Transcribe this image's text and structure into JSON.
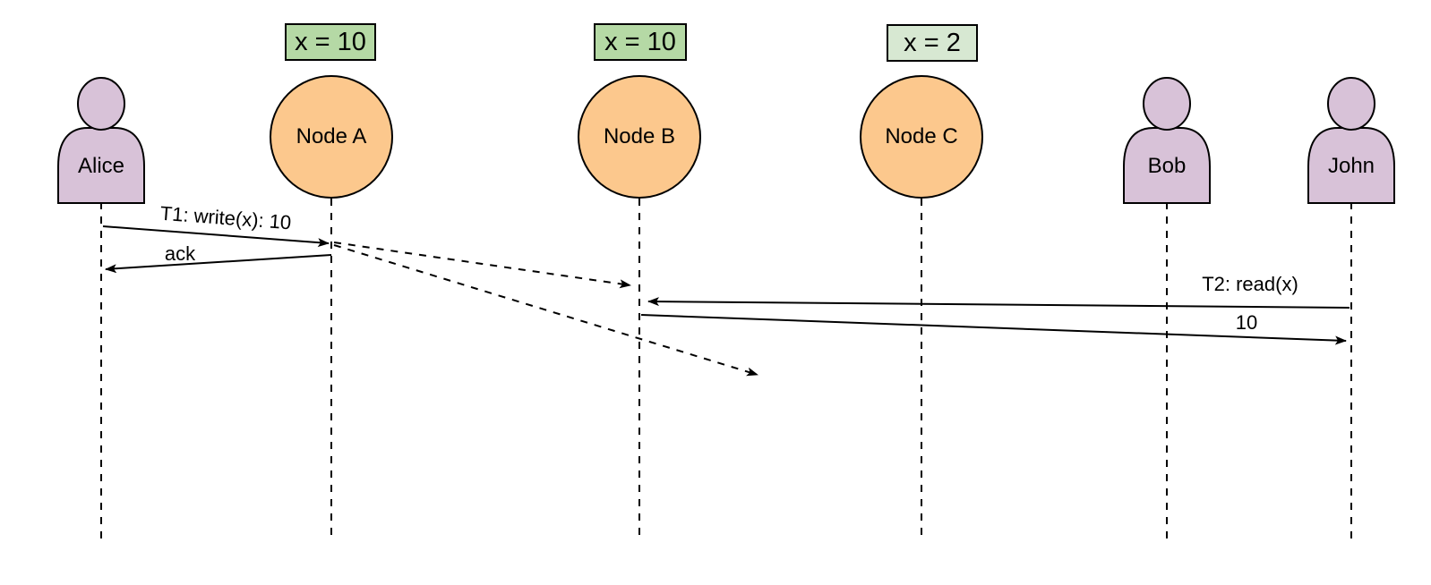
{
  "diagram_type": "distributed-system-sequence-diagram",
  "colors": {
    "node-fill": "#fcc88d",
    "person-fill": "#d8c2d8",
    "green-fill": "#b5d9a5",
    "pale-green-fill": "#d7e8d2",
    "stroke": "#000000",
    "background": "#ffffff"
  },
  "actors": [
    {
      "name": "Alice"
    },
    {
      "name": "Bob"
    },
    {
      "name": "John"
    }
  ],
  "nodes": [
    {
      "label": "Node A",
      "state": "x = 10"
    },
    {
      "label": "Node B",
      "state": "x = 10"
    },
    {
      "label": "Node C",
      "state": "x = 2"
    }
  ],
  "messages": [
    {
      "label": "T1: write(x): 10",
      "from": "Alice",
      "to": "Node A",
      "style": "solid"
    },
    {
      "label": "ack",
      "from": "Node A",
      "to": "Alice",
      "style": "solid"
    },
    {
      "label": "",
      "from": "Node A",
      "to": "Node B",
      "style": "dashed"
    },
    {
      "label": "",
      "from": "Node A",
      "to": "Node C (in flight)",
      "style": "dashed"
    },
    {
      "label": "T2: read(x)",
      "from": "John",
      "to": "Node B",
      "style": "solid"
    },
    {
      "label": "10",
      "from": "Node B",
      "to": "John",
      "style": "solid"
    }
  ]
}
